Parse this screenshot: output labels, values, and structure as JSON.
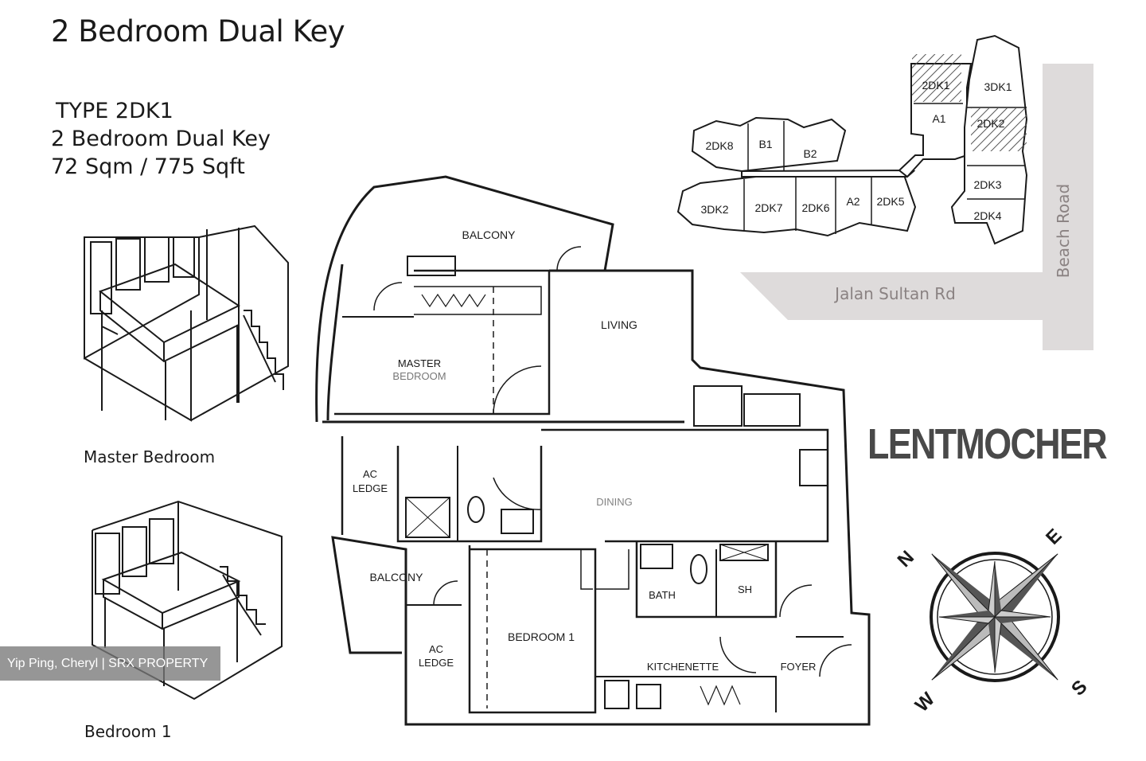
{
  "title": "2 Bedroom Dual Key",
  "unit_type": {
    "type_label": "TYPE 2DK1",
    "description": "2 Bedroom Dual Key",
    "size": "72 Sqm  /  775 Sqft"
  },
  "isometric_views": [
    {
      "caption": "Master Bedroom"
    },
    {
      "caption": "Bedroom 1"
    }
  ],
  "floor_plan": {
    "rooms": {
      "balcony_top": "BALCONY",
      "living": "LIVING",
      "master_bedroom_line1": "MASTER",
      "master_bedroom_line2": "BEDROOM",
      "ac_ledge_top_1": "AC",
      "ac_ledge_top_2": "LEDGE",
      "dining": "DINING",
      "balcony_bottom": "BALCONY",
      "ac_ledge_bottom_1": "AC",
      "ac_ledge_bottom_2": "LEDGE",
      "bedroom1": "BEDROOM 1",
      "bath": "BATH",
      "shower": "SH",
      "kitchenette": "KITCHENETTE",
      "foyer": "FOYER"
    }
  },
  "site_plan": {
    "units": [
      "2DK8",
      "B1",
      "B2",
      "3DK2",
      "2DK7",
      "2DK6",
      "A2",
      "2DK5",
      "2DK1",
      "3DK1",
      "A1",
      "2DK2",
      "2DK3",
      "2DK4"
    ],
    "highlighted_units": [
      "2DK1",
      "2DK2"
    ],
    "roads": {
      "bottom": "Jalan Sultan Rd",
      "right": "Beach Road"
    }
  },
  "stamp_text": "LENTMOCHER",
  "compass": {
    "n": "N",
    "e": "E",
    "s": "S",
    "w": "W"
  },
  "watermark": "Yip Ping, Cheryl | SRX PROPERTY",
  "colors": {
    "line": "#1a1a1a",
    "road": "#d9d6d6",
    "road_text": "#8a8282",
    "hatch": "#555555"
  }
}
